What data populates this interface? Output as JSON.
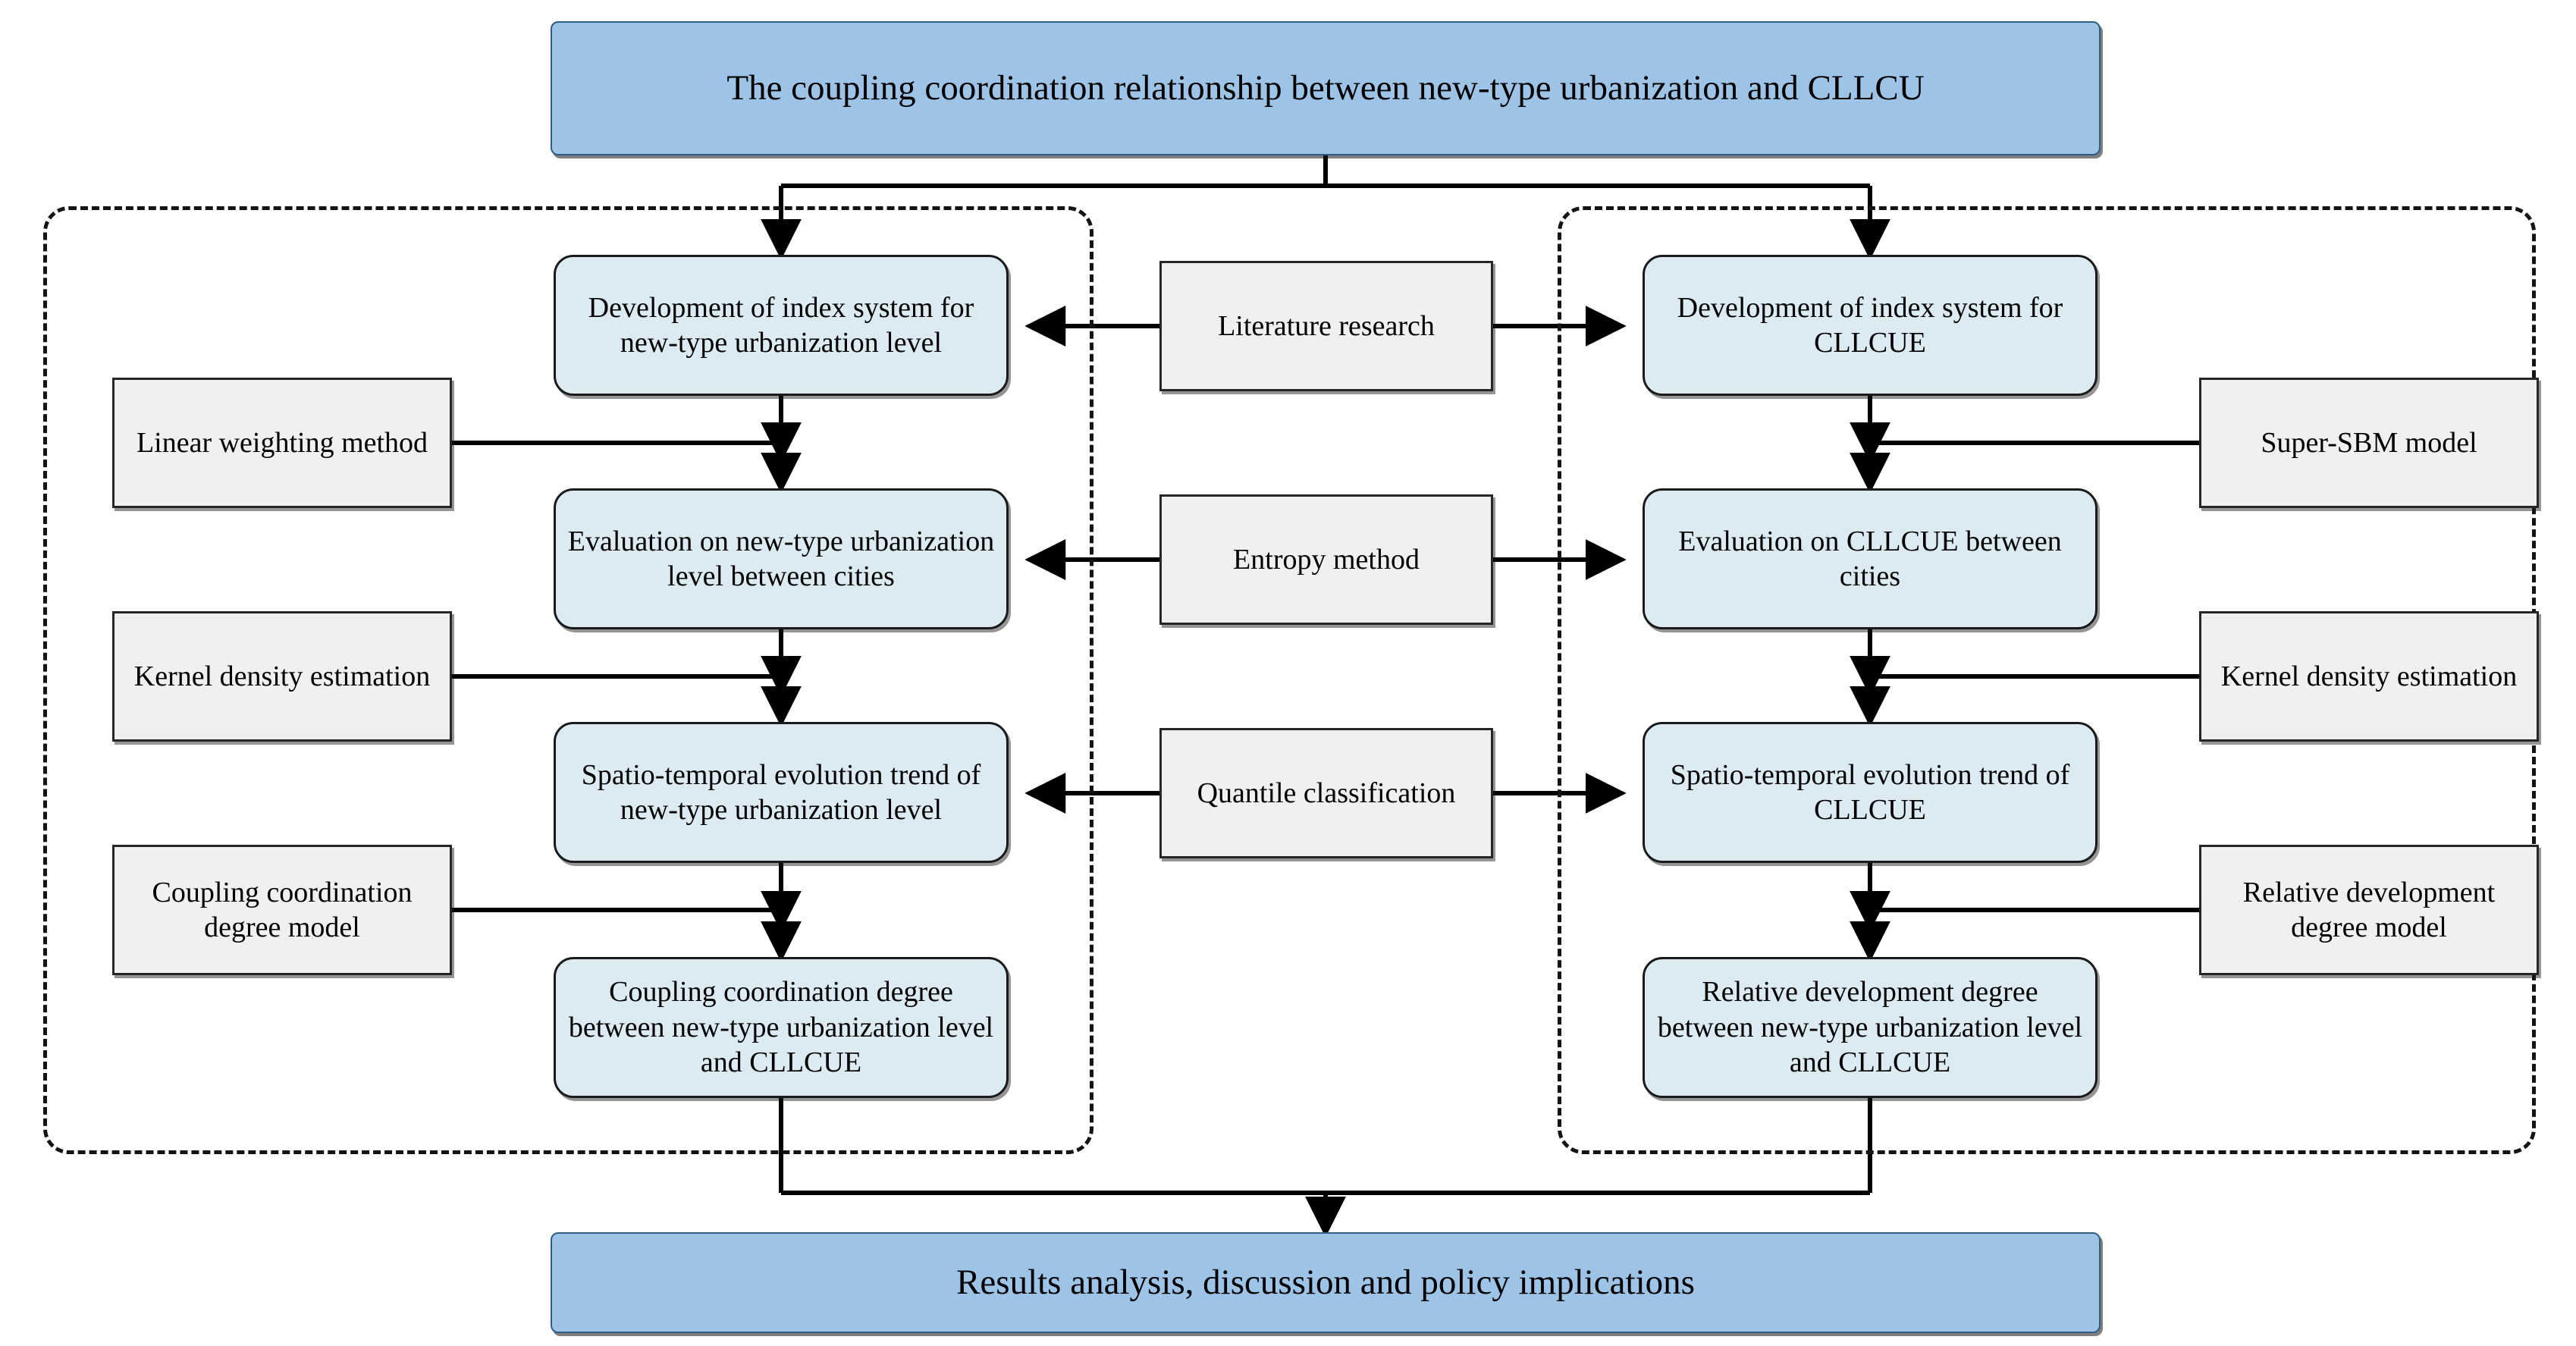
{
  "diagram": {
    "title_banner": "The coupling coordination relationship between new-type urbanization and CLLCU",
    "footer_banner": "Results analysis, discussion and policy implications",
    "left_group_label": "",
    "right_group_label": "",
    "left_column": [
      "Development of index system for new-type urbanization level",
      "Evaluation on new-type urbanization level between cities",
      "Spatio-temporal  evolution trend of new-type urbanization level",
      "Coupling coordination degree between new-type urbanization level and CLLCUE"
    ],
    "center_column": [
      "Literature research",
      "Entropy method",
      "Quantile classification"
    ],
    "right_column": [
      "Development of index system for CLLCUE",
      "Evaluation on CLLCUE between cities",
      "Spatio-temporal  evolution trend of CLLCUE",
      "Relative development degree between new-type urbanization level and CLLCUE"
    ],
    "left_methods": [
      "Linear weighting method",
      "Kernel density estimation",
      "Coupling coordination degree model"
    ],
    "right_methods": [
      "Super-SBM model",
      "Kernel density estimation",
      "Relative development degree model"
    ],
    "colors": {
      "banner_fill": "#9DC3E6",
      "banner_stroke": "#2E5C86",
      "process_fill": "#DCEAF2",
      "process_stroke": "#1A1A1A",
      "method_fill": "#F0F0F0",
      "method_stroke": "#262626",
      "connector": "#000000",
      "group_dash": "#141414",
      "background": "#FFFFFF"
    }
  }
}
